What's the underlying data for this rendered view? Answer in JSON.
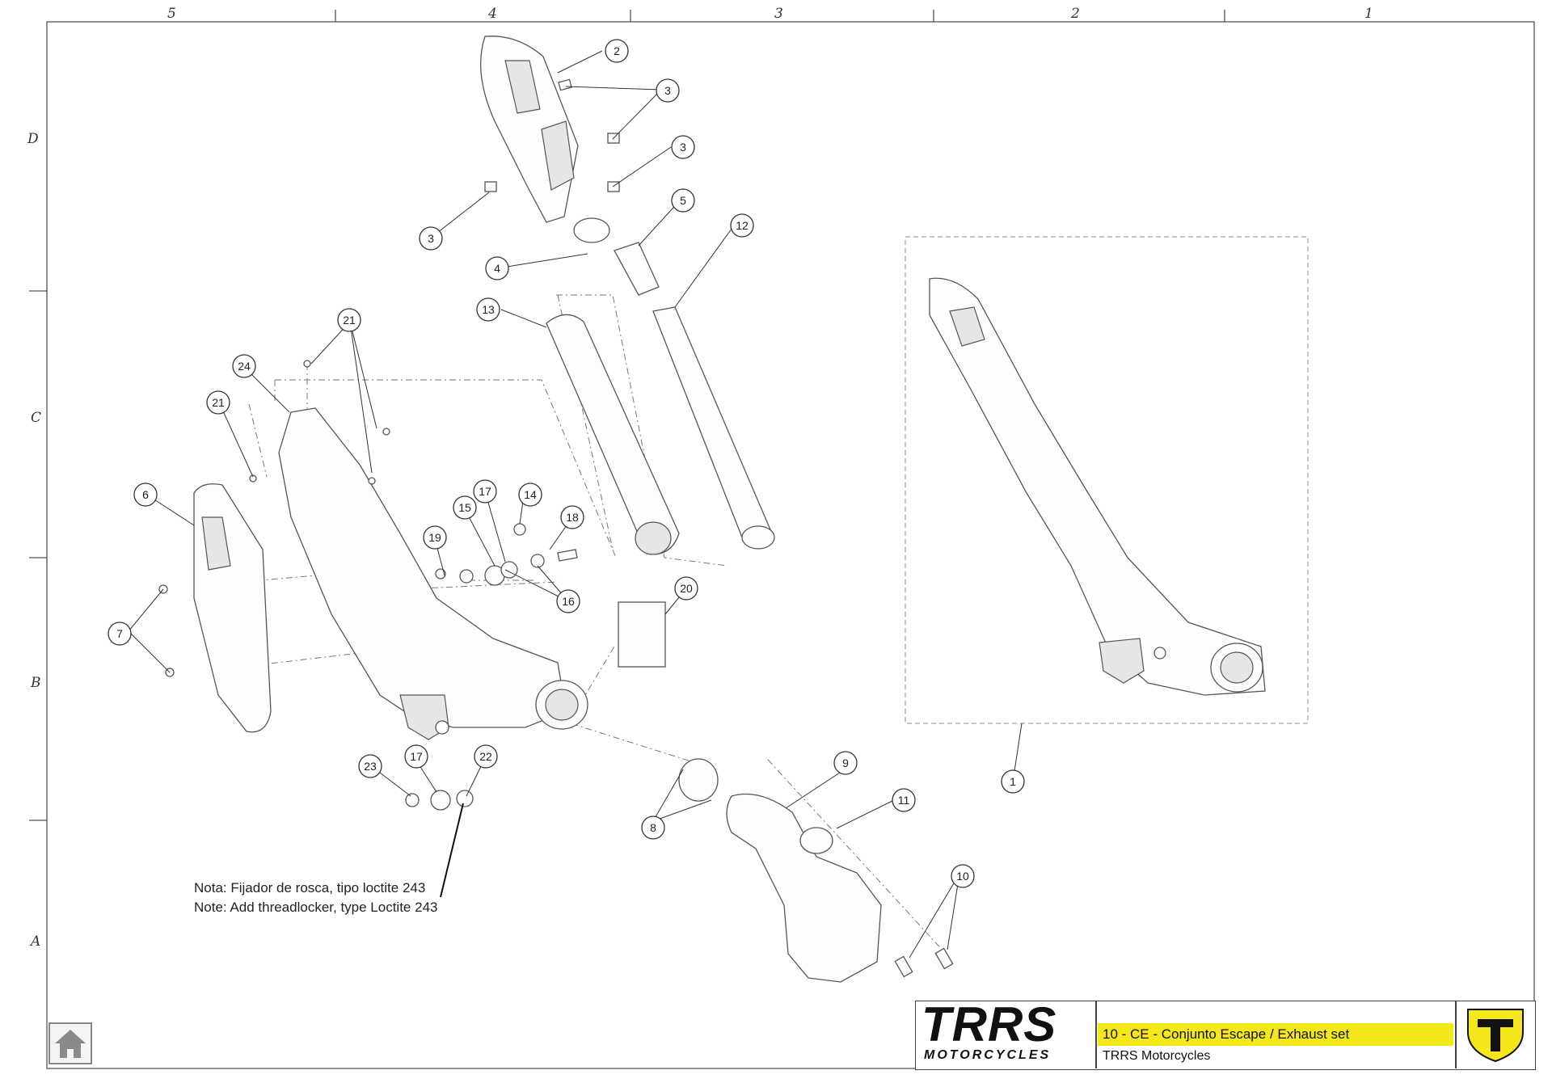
{
  "zones": {
    "columns": [
      "5",
      "4",
      "3",
      "2",
      "1"
    ],
    "rows": [
      "D",
      "C",
      "B",
      "A"
    ]
  },
  "callouts": [
    {
      "id": "c1",
      "label": "1"
    },
    {
      "id": "c2",
      "label": "2"
    },
    {
      "id": "c3a",
      "label": "3"
    },
    {
      "id": "c3b",
      "label": "3"
    },
    {
      "id": "c3c",
      "label": "3"
    },
    {
      "id": "c4",
      "label": "4"
    },
    {
      "id": "c5",
      "label": "5"
    },
    {
      "id": "c6",
      "label": "6"
    },
    {
      "id": "c7",
      "label": "7"
    },
    {
      "id": "c8",
      "label": "8"
    },
    {
      "id": "c9",
      "label": "9"
    },
    {
      "id": "c10",
      "label": "10"
    },
    {
      "id": "c11",
      "label": "11"
    },
    {
      "id": "c12",
      "label": "12"
    },
    {
      "id": "c13",
      "label": "13"
    },
    {
      "id": "c14",
      "label": "14"
    },
    {
      "id": "c15",
      "label": "15"
    },
    {
      "id": "c16",
      "label": "16"
    },
    {
      "id": "c17a",
      "label": "17"
    },
    {
      "id": "c17b",
      "label": "17"
    },
    {
      "id": "c18",
      "label": "18"
    },
    {
      "id": "c19",
      "label": "19"
    },
    {
      "id": "c20",
      "label": "20"
    },
    {
      "id": "c21a",
      "label": "21"
    },
    {
      "id": "c21b",
      "label": "21"
    },
    {
      "id": "c22",
      "label": "22"
    },
    {
      "id": "c23",
      "label": "23"
    },
    {
      "id": "c24",
      "label": "24"
    }
  ],
  "note": {
    "line1": "Nota: Fijador de rosca, tipo loctite 243",
    "line2": "Note: Add threadlocker, type Loctite 243"
  },
  "title_block": {
    "brand_main": "TRRS",
    "brand_sub": "MOTORCYCLES",
    "drawing_title": "10 - CE - Conjunto Escape / Exhaust set",
    "company": "TRRS Motorcycles",
    "brand_color": "#f5e71a"
  },
  "navigation": {
    "home_icon": "home-icon"
  }
}
